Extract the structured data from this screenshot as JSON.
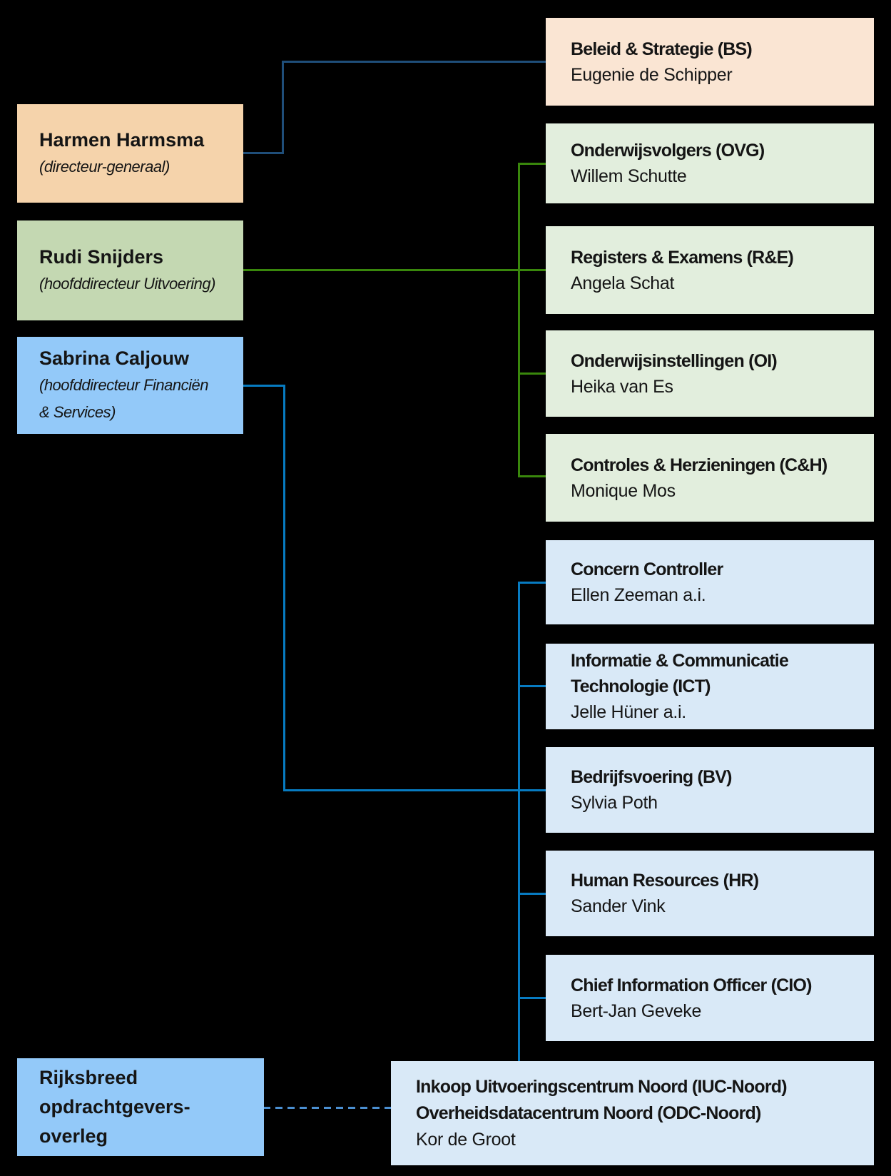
{
  "colors": {
    "page_bg": "#000000",
    "text": "#151515",
    "harmen_fill": "#f5d3ab",
    "bs_fill": "#fae5d3",
    "rudi_fill": "#c4d8b2",
    "green_dept_fill": "#e2eedd",
    "sky_fill": "#93c9f9",
    "blue_dept_fill": "#d9e9f7",
    "navy_line": "#1f4e79",
    "green_line": "#39870c",
    "blue_line": "#077bc1",
    "dashed_line": "#4b8fd1"
  },
  "left_column": {
    "director_general": {
      "title": "Harmen Harmsma",
      "subtitle": "(directeur-generaal)"
    },
    "uitvoering": {
      "title": "Rudi Snijders",
      "subtitle": "(hoofddirecteur Uitvoering)"
    },
    "financien": {
      "title": "Sabrina Caljouw",
      "subtitle_line1": "(hoofddirecteur Financiën",
      "subtitle_line2": "& Services)"
    },
    "rijksbreed": {
      "lines": [
        "Rijksbreed",
        "opdrachtgevers-",
        "overleg"
      ]
    }
  },
  "right_column": {
    "bs": {
      "title": "Beleid & Strategie (BS)",
      "name": "Eugenie de Schipper"
    },
    "ovg": {
      "title": "Onderwijsvolgers (OVG)",
      "name": "Willem Schutte"
    },
    "re": {
      "title": "Registers & Examens (R&E)",
      "name": "Angela Schat"
    },
    "oi": {
      "title": "Onderwijsinstellingen (OI)",
      "name": "Heika van Es"
    },
    "ch": {
      "title": "Controles & Herzieningen (C&H)",
      "name": "Monique Mos"
    },
    "cc": {
      "title": "Concern Controller",
      "name": "Ellen Zeeman a.i."
    },
    "ict": {
      "title_line1": "Informatie & Communicatie",
      "title_line2": "Technologie (ICT)",
      "name": "Jelle Hüner a.i."
    },
    "bv": {
      "title": "Bedrijfsvoering (BV)",
      "name": "Sylvia Poth"
    },
    "hr": {
      "title": "Human Resources (HR)",
      "name": "Sander Vink"
    },
    "cio": {
      "title": "Chief Information Officer (CIO)",
      "name": "Bert-Jan Geveke"
    },
    "iuc": {
      "title_line1": "Inkoop Uitvoeringscentrum Noord (IUC-Noord)",
      "title_line2": "Overheidsdatacentrum Noord (ODC-Noord)",
      "name": "Kor de Groot"
    }
  }
}
